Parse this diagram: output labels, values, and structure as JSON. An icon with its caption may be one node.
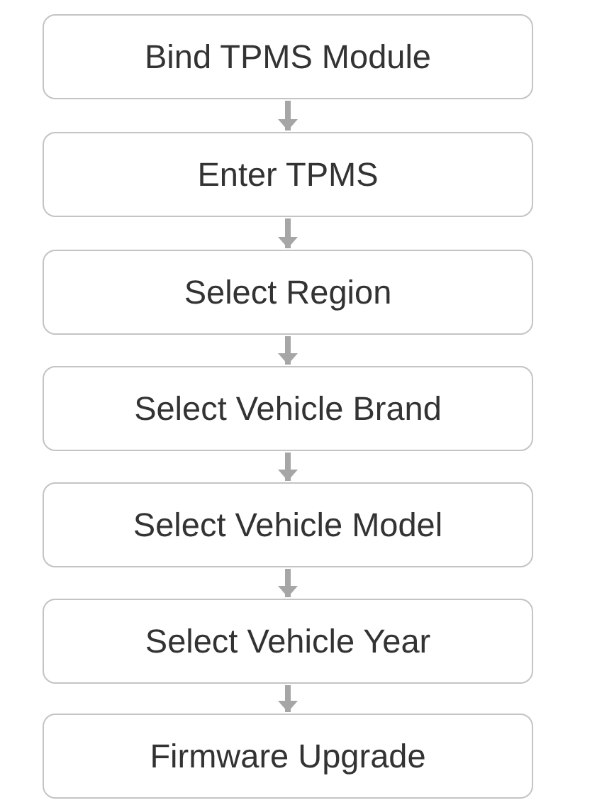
{
  "diagram": {
    "nodes": [
      {
        "text": [
          "Bind TPMS Module"
        ]
      },
      {
        "text": [
          "Enter TPMS"
        ]
      },
      {
        "text": [
          "Select Region"
        ]
      },
      {
        "text": [
          "Select Vehicle Brand"
        ]
      },
      {
        "text": [
          "Select Vehicle Model"
        ]
      },
      {
        "text": [
          "Select Vehicle Year"
        ]
      },
      {
        "text": [
          "Firmware Upgrade"
        ]
      }
    ],
    "edges": [
      {
        "from": 0,
        "to": 1,
        "arrow": "to"
      },
      {
        "from": 1,
        "to": 2,
        "arrow": "to"
      },
      {
        "from": 2,
        "to": 3,
        "arrow": "to"
      },
      {
        "from": 3,
        "to": 4,
        "arrow": "to"
      },
      {
        "from": 4,
        "to": 5,
        "arrow": "to"
      },
      {
        "from": 5,
        "to": 6,
        "arrow": "to"
      }
    ]
  }
}
